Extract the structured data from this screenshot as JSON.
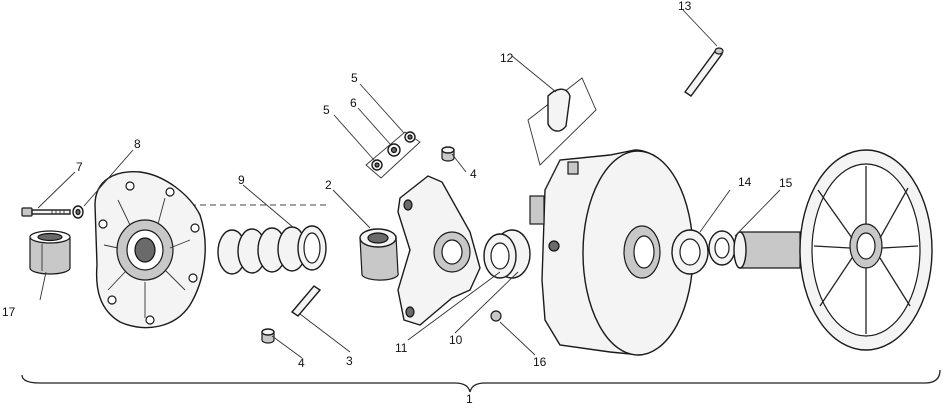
{
  "diagram": {
    "callouts": [
      {
        "id": "c1",
        "text": "1"
      },
      {
        "id": "c2",
        "text": "2"
      },
      {
        "id": "c3",
        "text": "3"
      },
      {
        "id": "c4a",
        "text": "4"
      },
      {
        "id": "c4b",
        "text": "4"
      },
      {
        "id": "c5a",
        "text": "5"
      },
      {
        "id": "c5b",
        "text": "5"
      },
      {
        "id": "c6",
        "text": "6"
      },
      {
        "id": "c7",
        "text": "7"
      },
      {
        "id": "c8",
        "text": "8"
      },
      {
        "id": "c9",
        "text": "9"
      },
      {
        "id": "c10",
        "text": "10"
      },
      {
        "id": "c11",
        "text": "11"
      },
      {
        "id": "c12",
        "text": "12"
      },
      {
        "id": "c13",
        "text": "13"
      },
      {
        "id": "c14",
        "text": "14"
      },
      {
        "id": "c15",
        "text": "15"
      },
      {
        "id": "c16",
        "text": "16"
      },
      {
        "id": "c17",
        "text": "17"
      }
    ]
  }
}
